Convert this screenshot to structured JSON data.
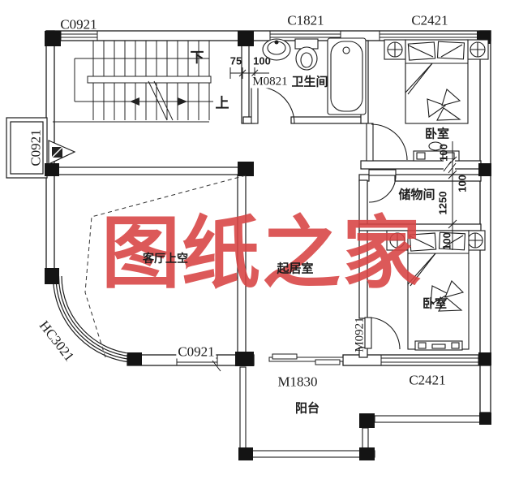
{
  "watermark": {
    "text": "图纸之家",
    "color": "#d84343"
  },
  "rooms": {
    "bathroom": "卫生间",
    "bedroom_top": "卧室",
    "storage": "储物间",
    "bedroom_bottom": "卧室",
    "living_room": "起居室",
    "living_void": "客厅上空",
    "balcony": "阳台"
  },
  "stairs": {
    "down": "下",
    "up": "上"
  },
  "openings": {
    "window_top_left": "C0921",
    "window_bath": "C1821",
    "window_bed_top": "C2421",
    "window_side_left": "C0921",
    "window_bottom": "C0921",
    "window_bed_bottom": "C2421",
    "window_curved": "HC3021",
    "door_bath": "M0821",
    "door_bed_bottom": "M0921",
    "door_balcony": "M1830"
  },
  "dimensions": {
    "entry_75": "75",
    "entry_100": "100",
    "dresser_100": "100",
    "corridor_100": "100",
    "storage_1250": "1250",
    "bed_100": "100"
  }
}
